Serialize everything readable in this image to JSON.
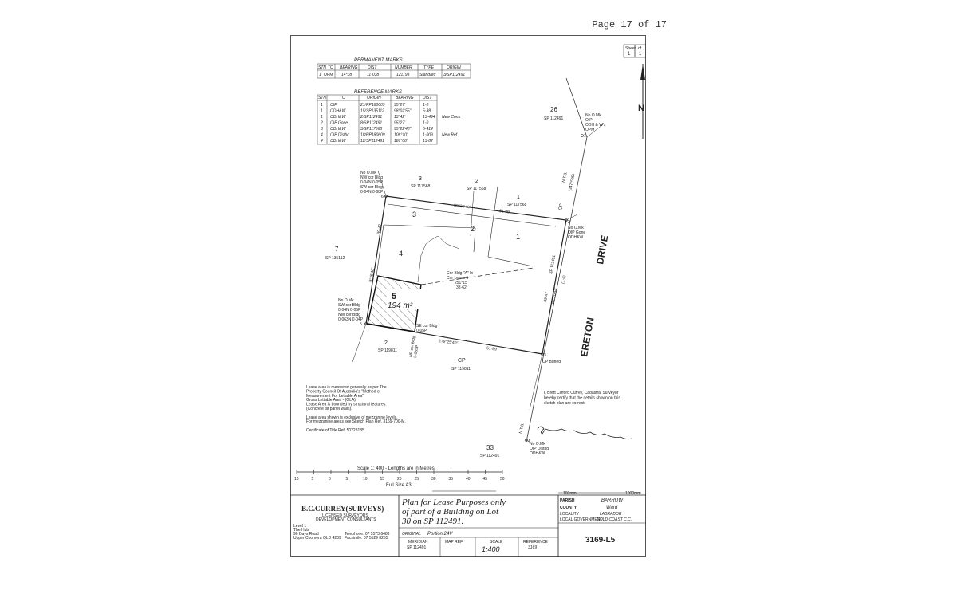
{
  "page_label": "Page 17 of 17",
  "sheet": {
    "label": "Sheet",
    "number": "1",
    "of_label": "of",
    "total": "1"
  },
  "north": {
    "label": "N"
  },
  "permanent_marks": {
    "title": "PERMANENT MARKS",
    "headers": [
      "STN",
      "TO",
      "BEARING",
      "DIST",
      "NUMBER",
      "TYPE",
      "ORIGIN"
    ],
    "rows": [
      [
        "1",
        "OPM",
        "14°38'",
        "11·038",
        "121199",
        "Standard",
        "3/SP112491"
      ]
    ]
  },
  "reference_marks": {
    "title": "REFERENCE MARKS",
    "headers": [
      "STN",
      "TO",
      "ORIGIN",
      "BEARING",
      "DIST"
    ],
    "rows": [
      [
        "1",
        "OIP",
        "21/RP180609",
        "95°27'",
        "1·0",
        ""
      ],
      [
        "1",
        "ODH&W",
        "15/SP135112",
        "98°02'55\"",
        "5·38",
        ""
      ],
      [
        "1",
        "ODH&W",
        "2/SP112491",
        "13°42'",
        "13·494",
        "New Conn"
      ],
      [
        "2",
        "OIP Gone",
        "8/SP112491",
        "95°27'",
        "1·0",
        ""
      ],
      [
        "3",
        "ODH&W",
        "3/SP117568",
        "95°22'40\"",
        "5·414",
        ""
      ],
      [
        "4",
        "OIP Distbd",
        "18/RP180609",
        "106°10'",
        "1·009",
        "New Ref"
      ],
      [
        "4",
        "ODH&W",
        "12/SP112491",
        "186°08'",
        "13·82",
        ""
      ]
    ]
  },
  "lots": {
    "lot26": "26",
    "lot26_sp": "SP 112491",
    "lot3": "3",
    "lot3_sp": "SP 117568",
    "lot2": "2",
    "lot2_sp": "SP 117568",
    "lot1": "1",
    "lot1_sp": "SP 117568",
    "lot7": "7",
    "lot7_sp": "SP 135112",
    "lot2b": "2",
    "lot2b_sp": "SP 119811",
    "cp": "CP",
    "cp_sp": "SP 119811",
    "cp_right": "CP",
    "lot33": "33",
    "lot33_sp": "SP 112491",
    "inner3": "3",
    "inner2": "2",
    "inner1": "1",
    "inner4": "4",
    "lease_no": "5",
    "lease_area": "194 m²"
  },
  "corner_notes": {
    "nw": [
      "No O.Mk",
      "NW cor Bldg",
      "0·04N 0·05P",
      "SW cor Bldg",
      "0·04N 0·08P"
    ],
    "sw": [
      "No O.Mk",
      "SW cor Bldg",
      "0·04N 0·05P",
      "NW cor Bldg",
      "0·063N 0·04P"
    ],
    "se": [
      "SE cor Bldg",
      "0·05P"
    ],
    "se2": [
      "NE cor Bldg",
      "0·055P"
    ],
    "ne": [
      "No O.Mk",
      "OIP",
      "ODH & W's",
      "OPM"
    ],
    "stn2": [
      "No O.Mk",
      "OIP Gone",
      "ODH&W"
    ],
    "stn4": [
      "No O.Mk",
      "OIP Distbd",
      "ODH&W"
    ],
    "stn3": "OP Buried",
    "bldgA": [
      "Cnr Bldg \"A\" In",
      "Cnr Lease 5",
      "251°15'",
      "33·62"
    ]
  },
  "dims": {
    "top": "99°26'40\"",
    "top_d": "51·89",
    "bottom": "279°25'40\"",
    "bottom_d": "51·89",
    "left": "39·47",
    "left_b": "9°26'40\"",
    "right_b": "189°26'40\"",
    "right_d": "39·47",
    "right_sp": "SP 112491",
    "right_pm": "(1·4)",
    "nts": "N.T.S.",
    "nts2": "N.T.S.",
    "road_bearing": "(347°595)",
    "stn_nums": [
      "1",
      "2",
      "3",
      "4",
      "5",
      "6"
    ]
  },
  "road": {
    "name1": "DRIVE",
    "name2": "ERETON"
  },
  "notes": [
    "Lease area is measured generally as per The",
    "Property Council Of Australia's \"Method of",
    "Measurement For Lettable Area\"",
    "Gross Lettable Area - (GLA)",
    "Lease Area is bounded by structural features.",
    "(Concrete tilt panel walls).",
    "",
    "Lease area shown is exclusive of mezzanine levels.",
    "For mezzanine areas see Sketch Plan Ref. 3169-700-M.",
    "",
    "Certificate of Title Ref: 50228185"
  ],
  "certification": [
    "I, Brett Clifford Currey, Cadastral Surveyor",
    "hereby certify that the details shown on this",
    "sketch plan are correct"
  ],
  "scale": {
    "caption": "Scale 1: 400 - Lengths are in Metres.",
    "ticks": [
      "10",
      "5",
      "0",
      "5",
      "10",
      "15",
      "20",
      "25",
      "30",
      "35",
      "40",
      "45",
      "50"
    ],
    "full_size": "Full Size A3"
  },
  "title_block": {
    "firm": "B.C.CURREY(SURVEYS)",
    "firm_sub1": "LICENSED SURVEYORS",
    "firm_sub2": "DEVELOPMENT CONSULTANTS",
    "address": [
      "Level 1",
      "The Hub",
      "90 Days Road",
      "Upper Coomera QLD 4209"
    ],
    "phone": "Telephone: 07 5573 6488",
    "fax": "Facsimile: 07 5529 8255",
    "plan_title": [
      "Plan for Lease Purposes only",
      "of part of a Building on Lot",
      "30 on SP 112491."
    ],
    "original_label": "ORIGINAL",
    "original_value": "Portion 24V",
    "meridian_label": "MERIDIAN",
    "meridian_value": "SP 112491",
    "mapref_label": "MAP REF",
    "scale_label": "SCALE",
    "scale_value": "1:400",
    "reference_label": "REFERENCE",
    "reference_value": "3169",
    "parish_label": "PARISH",
    "parish_value": "BARROW",
    "county_label": "COUNTY",
    "county_value": "Ward",
    "locality_label": "LOCALITY",
    "locality_value": "LABRADOR",
    "lga_label": "LOCAL GOVERNMENT",
    "lga_value": "GOLD COAST C.C.",
    "plan_no": "3169-L5",
    "mm_left": "100mm",
    "mm_right": "1000mm"
  }
}
